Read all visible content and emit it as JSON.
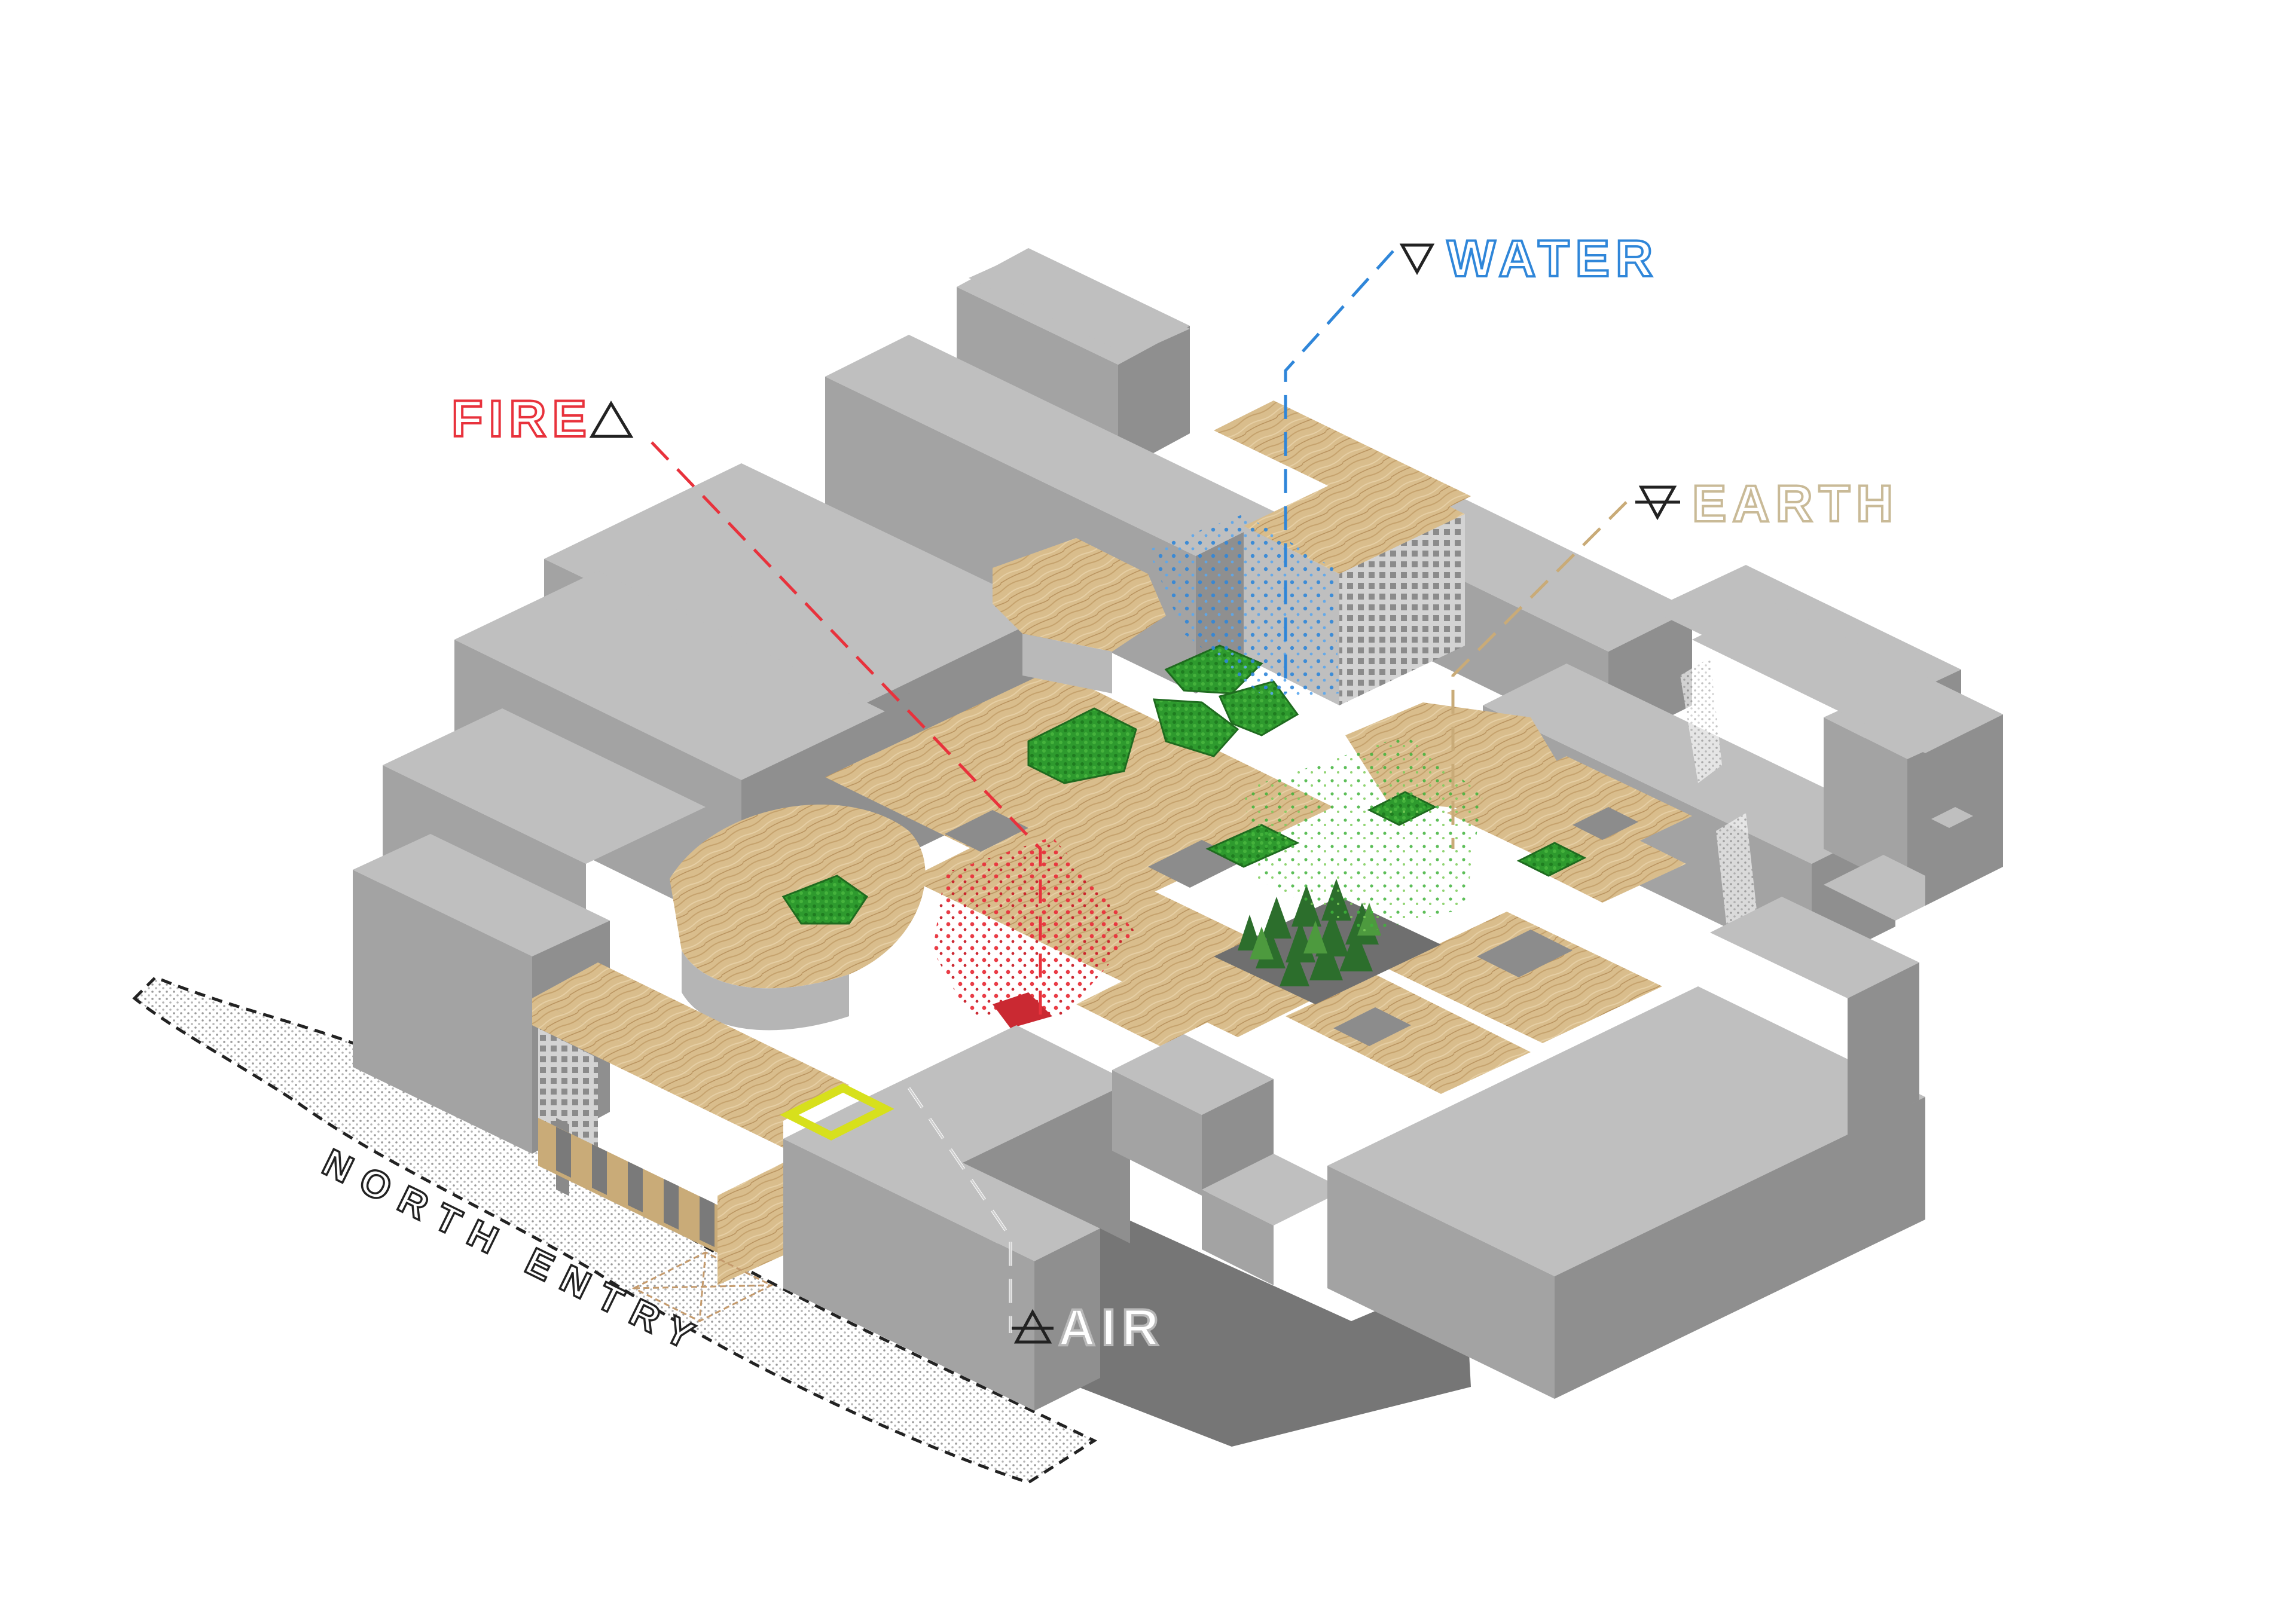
{
  "labels": {
    "fire": "FIRE",
    "water": "WATER",
    "earth": "EARTH",
    "air": "AIR",
    "north_entry": "NORTH ENTRY"
  },
  "colors": {
    "fire": "#e8323c",
    "water": "#2f86d9",
    "earth": "#c9ba97",
    "air": "#b8b8b8",
    "mass": "#a9a9a9",
    "timber": "#d9bd8c",
    "green_roof": "#2e9a2e",
    "highlight": "#d7e01c"
  },
  "icons": {
    "fire": "triangle-up-icon",
    "water": "triangle-down-icon",
    "earth": "triangle-down-barred-icon",
    "air": "triangle-up-barred-icon"
  }
}
